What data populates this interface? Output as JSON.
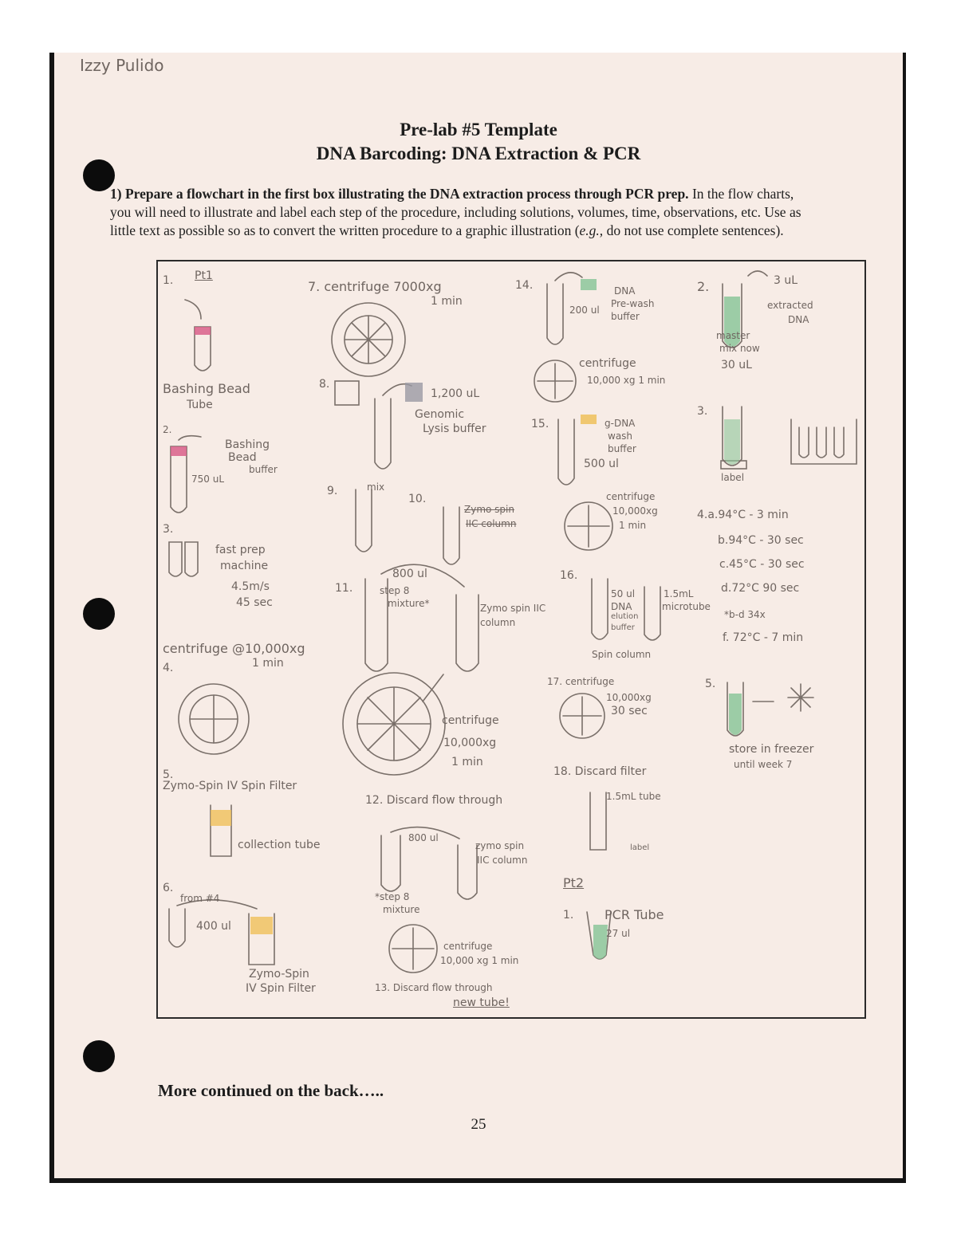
{
  "student_name": "Izzy Pulido",
  "header": {
    "title_line1": "Pre-lab #5 Template",
    "title_line2": "DNA Barcoding:  DNA Extraction & PCR"
  },
  "instructions": {
    "bold": "1) Prepare a flowchart in the first box illustrating the DNA extraction process through PCR prep.",
    "text1": "In the flow charts, you will need to illustrate and label each step of the procedure, including solutions, volumes, time, observations, etc.  Use as little text as possible so as to convert the written procedure to a graphic illustration (",
    "eg": "e.g.,",
    "text2": " do not use complete sentences)."
  },
  "notes": {
    "pt1": "Pt1",
    "s1": "1.",
    "s1_label": "Bashing Bead",
    "s1_label2": "Tube",
    "s2": "2.",
    "s2_label": "Bashing",
    "s2_label2": "Bead",
    "s2_label3": "buffer",
    "s2_vol": "750 uL",
    "s3": "3.",
    "s3_label": "fast prep",
    "s3_label2": "machine",
    "s3_speed": "4.5m/s",
    "s3_time": "45 sec",
    "s4_cent": "centrifuge @10,000xg",
    "s4_time": "1 min",
    "s4": "4.",
    "s5": "5.",
    "s5_label": "Zymo-Spin IV Spin Filter",
    "s5_tube": "collection tube",
    "s6": "6.",
    "s6_from": "from #4",
    "s6_vol": "400 ul",
    "s6_filter": "Zymo-Spin",
    "s6_filter2": "IV Spin Filter",
    "s7": "7. centrifuge 7000xg",
    "s7_time": "1 min",
    "s8": "8.",
    "s8_vol": "1,200 uL",
    "s8_label": "Genomic",
    "s8_label2": "Lysis buffer",
    "s9": "9.",
    "s9_mix": "mix",
    "s10": "10.",
    "s10_label": "Zymo spin",
    "s10_label2": "IIC column",
    "s11": "11.",
    "s11_vol": "800 ul",
    "s11_mix": "step 8",
    "s11_mix2": "mixture*",
    "s11_col": "Zymo spin IIC",
    "s11_col2": "column",
    "s11_cent": "centrifuge",
    "s11_speed": "10,000xg",
    "s11_time": "1 min",
    "s12": "12. Discard flow through",
    "s12_vol": "800 ul",
    "s12_col": "zymo spin",
    "s12_col2": "IIC column",
    "s12_mix": "*step 8",
    "s12_mix2": "mixture",
    "s12_cent": "centrifuge",
    "s12_speed": "10,000 xg  1 min",
    "s13": "13. Discard flow through",
    "s13_new": "new tube!",
    "s14": "14.",
    "s14_dna": "DNA",
    "s14_pre": "Pre-wash",
    "s14_buf": "buffer",
    "s14_vol": "200 ul",
    "s14_cent": "centrifuge",
    "s14_speed": "10,000 xg  1 min",
    "s15": "15.",
    "s15_dna": "g-DNA",
    "s15_wash": "wash",
    "s15_buf": "buffer",
    "s15_vol": "500 ul",
    "s15_cent": "centrifuge",
    "s15_speed": "10,000xg",
    "s15_time": "1 min",
    "s16": "16.",
    "s16_vol": "50 ul",
    "s16_dna": "DNA",
    "s16_el": "elution",
    "s16_buf": "buffer",
    "s16_tube": "1.5mL",
    "s16_tube2": "microtube",
    "s16_spin": "Spin column",
    "s17": "17. centrifuge",
    "s17_speed": "10,000xg",
    "s17_time": "30 sec",
    "s18": "18. Discard filter",
    "s18_tube": "1.5mL tube",
    "s18_label": "label",
    "pt2": "Pt2",
    "p1": "1.",
    "p1_label": "PCR Tube",
    "p1_vol": "27 ul",
    "p2": "2.",
    "p2_vol": "3 uL",
    "p2_ext": "extracted",
    "p2_ext2": "DNA",
    "p2_mm": "master",
    "p2_mm2": "mix now",
    "p2_mm3": "30 uL",
    "p3": "3.",
    "p3_label": "label",
    "p4a": "4.a.94°C - 3 min",
    "p4b": "b.94°C - 30 sec",
    "p4c": "c.45°C - 30 sec",
    "p4d": "d.72°C  90 sec",
    "p4e": "*b-d 34x",
    "p4f": "f. 72°C - 7 min",
    "p5": "5.",
    "p5_store": "store in freezer",
    "p5_store2": "until week 7"
  },
  "footer": {
    "more": "More continued on the back…..",
    "page_number": "25"
  },
  "colors": {
    "paper": "#f7ece6",
    "pencil": "#6f6560",
    "pink": "#d9608a",
    "green": "#8cc79a",
    "yellow": "#efc15a",
    "gray_buffer": "#9a9aa4"
  }
}
